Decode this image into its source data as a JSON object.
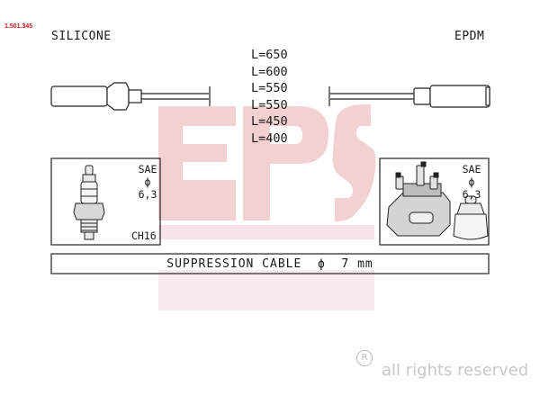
{
  "part_number": "1.501.345",
  "materials": {
    "left": "SILICONE",
    "right": "EPDM"
  },
  "lengths": [
    "L=650",
    "L=600",
    "L=550",
    "L=550",
    "L=450",
    "L=400"
  ],
  "left_box": {
    "sae_label": "SAE",
    "sae_value": "ϕ 6,3",
    "thread": "CH16"
  },
  "right_box": {
    "sae_label": "SAE",
    "sae_value": "ϕ 6,3"
  },
  "cable_label": "SUPPRESSION CABLE  ϕ  7 mm",
  "watermark": {
    "logo": "EPS",
    "rights": "all rights reserved",
    "reg_symbol": "R"
  },
  "colors": {
    "logo_red": "#e8b4b8",
    "line": "#222222",
    "rights_gray": "#c8c8c8"
  }
}
